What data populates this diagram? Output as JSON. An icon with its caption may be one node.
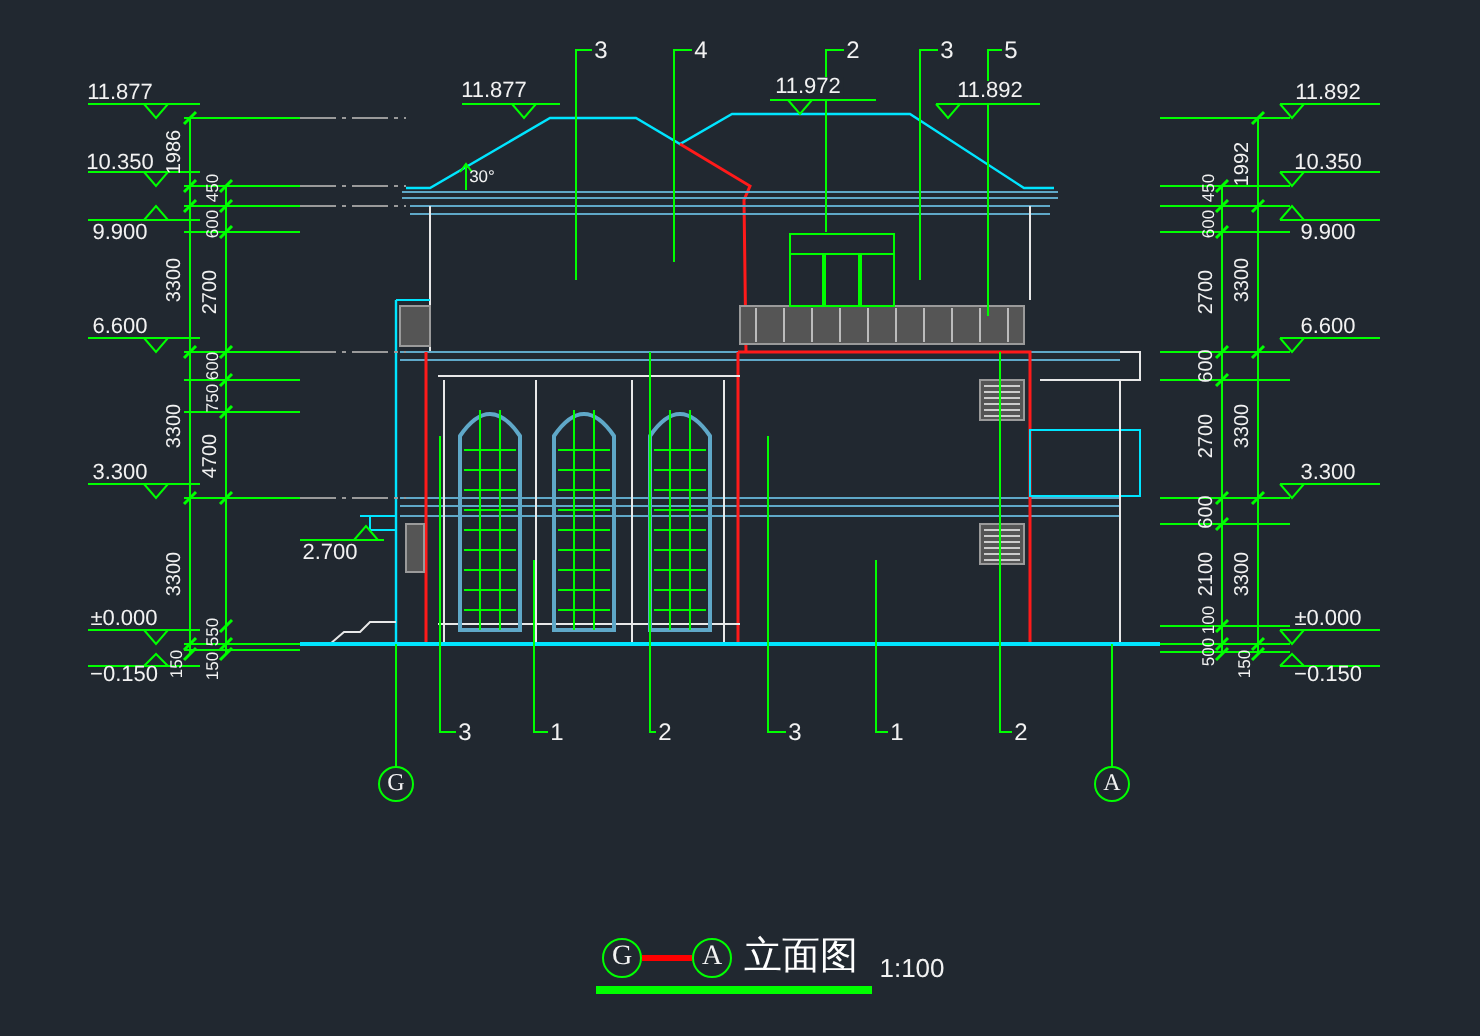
{
  "diagram": {
    "title": "立面图",
    "nodes": [
      {
        "text": [
          "3"
        ]
      },
      {
        "text": [
          "4"
        ]
      },
      {
        "text": [
          "2"
        ]
      },
      {
        "text": [
          "3"
        ]
      },
      {
        "text": [
          "5"
        ]
      },
      {
        "text": [
          "3"
        ]
      },
      {
        "text": [
          "1"
        ]
      },
      {
        "text": [
          "2"
        ]
      },
      {
        "text": [
          "3"
        ]
      },
      {
        "text": [
          "1"
        ]
      },
      {
        "text": [
          "2"
        ]
      },
      {
        "text": [
          "G"
        ]
      },
      {
        "text": [
          "A"
        ]
      },
      {
        "text": [
          "G"
        ]
      },
      {
        "text": [
          "A"
        ]
      }
    ],
    "edges": [
      {
        "from": 0,
        "to": null,
        "arrow": "none"
      },
      {
        "from": 1,
        "to": null,
        "arrow": "none"
      },
      {
        "from": 2,
        "to": null,
        "arrow": "none"
      },
      {
        "from": 3,
        "to": null,
        "arrow": "none"
      },
      {
        "from": 4,
        "to": null,
        "arrow": "none"
      },
      {
        "from": 5,
        "to": null,
        "arrow": "none"
      },
      {
        "from": 6,
        "to": null,
        "arrow": "none"
      },
      {
        "from": 7,
        "to": null,
        "arrow": "none"
      },
      {
        "from": 8,
        "to": null,
        "arrow": "none"
      },
      {
        "from": 9,
        "to": null,
        "arrow": "none"
      },
      {
        "from": 10,
        "to": null,
        "arrow": "none"
      },
      {
        "from": 11,
        "to": null,
        "arrow": "none"
      },
      {
        "from": 12,
        "to": null,
        "arrow": "none"
      },
      {
        "from": 13,
        "to": 14,
        "arrow": "none",
        "color": "#ff0000",
        "style": "thick"
      }
    ],
    "labels": [
      "11.877",
      "10.350",
      "9.900",
      "6.600",
      "3.300",
      "±0.000",
      "−0.150",
      "1986",
      "3300",
      "3300",
      "3300",
      "150",
      "450",
      "600",
      "2700",
      "600",
      "750",
      "4700",
      "550",
      "150",
      "30°",
      "11.877",
      "11.972",
      "11.892",
      "2.700",
      "450",
      "600",
      "2700",
      "600",
      "2700",
      "600",
      "2100",
      "100",
      "500",
      "1992",
      "3300",
      "3300",
      "3300",
      "150",
      "11.892",
      "10.350",
      "9.900",
      "6.600",
      "3.300",
      "±0.000",
      "−0.150",
      "1:100"
    ]
  }
}
